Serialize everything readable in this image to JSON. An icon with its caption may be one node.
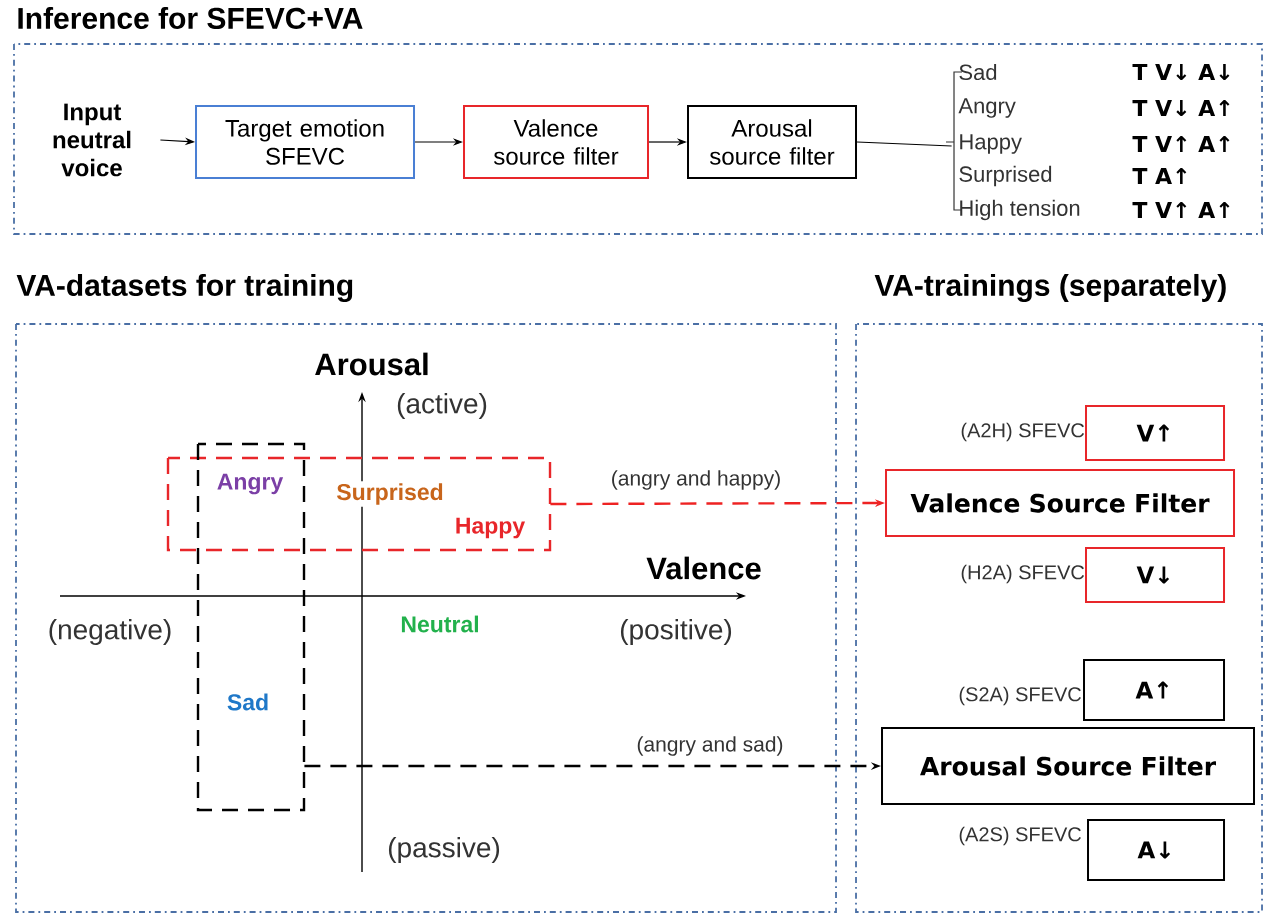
{
  "diagram": {
    "nodes": [
      {
        "text": [
          "Inference for SFEVC+VA"
        ]
      },
      {
        "text": [
          "Input neutral voice"
        ],
        "in": 0
      },
      {
        "text": [
          "Target emotion SFEVC"
        ],
        "in": 0
      },
      {
        "text": [
          "Valence source filter"
        ],
        "in": 0
      },
      {
        "text": [
          "Arousal source filter"
        ],
        "in": 0
      },
      {
        "text": [
          "Sad",
          "T V↓ A↓",
          "Angry",
          "T V↓ A↑",
          "Happy",
          "T V↑ A↑",
          "Surprised",
          "T A↑",
          "High tension",
          "T V↑ A↑"
        ],
        "in": 0
      },
      {
        "text": [
          "VA-datasets for training"
        ]
      },
      {
        "text": [
          "Surprised",
          "Happy"
        ],
        "in": 6
      },
      {
        "text": [
          "Sad"
        ],
        "in": 6
      },
      {
        "text": [
          "VA-trainings (separately)"
        ]
      },
      {
        "text": [
          "V↑"
        ],
        "in": 9,
        "beside": [
          "(A2H) SFEVC"
        ]
      },
      {
        "text": [
          "Valence  Source Filter"
        ],
        "in": 9
      },
      {
        "text": [
          "V↓"
        ],
        "in": 9,
        "beside": [
          "(H2A) SFEVC"
        ]
      },
      {
        "text": [
          "A↑"
        ],
        "in": 9,
        "beside": [
          "(S2A) SFEVC"
        ]
      },
      {
        "text": [
          "Arousal Source Filter"
        ],
        "in": 9
      },
      {
        "text": [
          "A↓"
        ],
        "in": 9,
        "beside": [
          "(A2S) SFEVC"
        ]
      }
    ],
    "edges": [
      {
        "from": 1,
        "to": 2,
        "arrow": "to"
      },
      {
        "from": 2,
        "to": 3,
        "arrow": "to"
      },
      {
        "from": 3,
        "to": 4,
        "arrow": "to"
      },
      {
        "from": 4,
        "to": 5,
        "arrow": "none"
      },
      {
        "from": 7,
        "to": 11,
        "arrow": "to",
        "label": "(angry and happy)",
        "style": "dashed",
        "color": "#ee2222"
      },
      {
        "from": 8,
        "to": 14,
        "arrow": "to",
        "label": "(angry and sad)",
        "style": "dashed"
      }
    ],
    "labels": [
      "Arousal",
      "(active)",
      "Angry",
      "Valence",
      "(negative)",
      "Neutral",
      "(positive)",
      "(passive)"
    ]
  }
}
